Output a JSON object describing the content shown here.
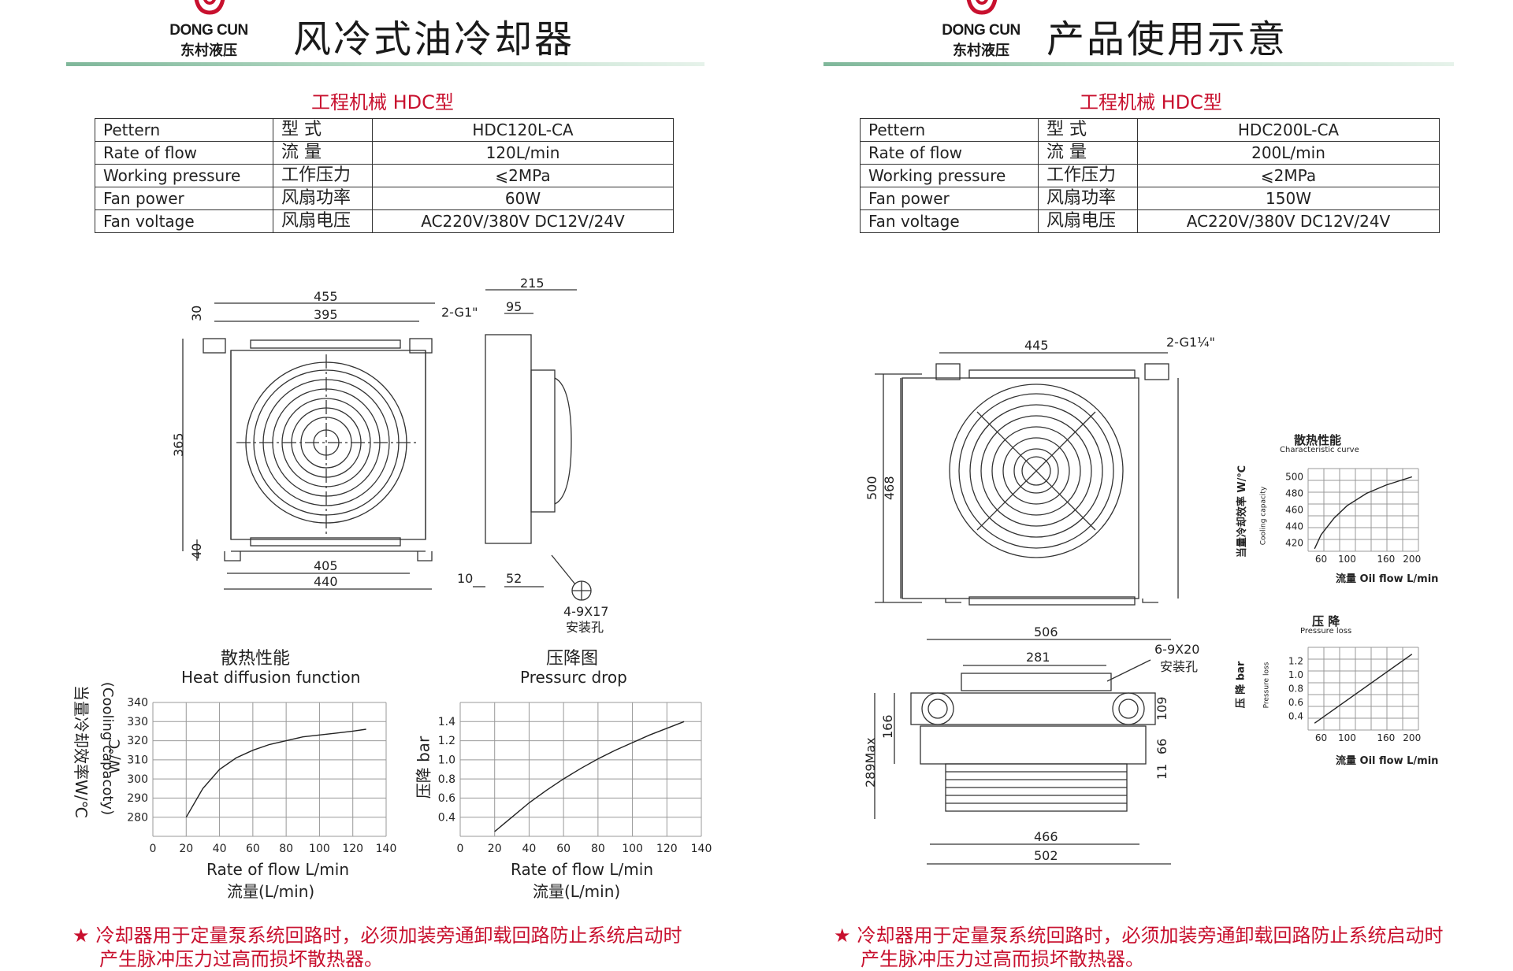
{
  "left": {
    "brand": "DONG CUN",
    "brand_cn": "东村液压",
    "title": "风冷式油冷却器",
    "section": "工程机械 HDC型",
    "specs": [
      {
        "en": "Pettern",
        "cn": "型    式",
        "val": "HDC120L-CA"
      },
      {
        "en": "Rate of flow",
        "cn": "流    量",
        "val": "120L/min"
      },
      {
        "en": "Working pressure",
        "cn": "工作压力",
        "val": "⩽2MPa"
      },
      {
        "en": "Fan power",
        "cn": "风扇功率",
        "val": "60W"
      },
      {
        "en": "Fan voltage",
        "cn": "风扇电压",
        "val": "AC220V/380V  DC12V/24V"
      }
    ],
    "dims": {
      "d455": "455",
      "d395": "395",
      "d30": "30",
      "d365": "365",
      "d40": "40",
      "d405": "405",
      "d440": "440",
      "port": "2-G1\"",
      "d215": "215",
      "d95": "95",
      "d10": "10",
      "d52": "52",
      "hole": "4-9X17",
      "hole_cn": "安装孔"
    },
    "note": "冷却器用于定量泵系统回路时，必须加装旁通卸载回路防止系统启动时",
    "note2": "产生脉冲压力过高而损坏散热器。"
  },
  "right": {
    "brand": "DONG CUN",
    "brand_cn": "东村液压",
    "title": "产品使用示意",
    "section": "工程机械 HDC型",
    "specs": [
      {
        "en": "Pettern",
        "cn": "型    式",
        "val": "HDC200L-CA"
      },
      {
        "en": "Rate of flow",
        "cn": "流    量",
        "val": "200L/min"
      },
      {
        "en": "Working pressure",
        "cn": "工作压力",
        "val": "⩽2MPa"
      },
      {
        "en": "Fan power",
        "cn": "风扇功率",
        "val": "150W"
      },
      {
        "en": "Fan voltage",
        "cn": "风扇电压",
        "val": "AC220V/380V  DC12V/24V"
      }
    ],
    "dims": {
      "d445": "445",
      "port": "2-G1¼\"",
      "d500": "500",
      "d468": "468",
      "d506": "506",
      "d281": "281",
      "hole": "6-9X20",
      "hole_cn": "安装孔",
      "d166": "166",
      "d289": "289Max",
      "d109": "109",
      "d66": "66",
      "d11": "11",
      "d466": "466",
      "d502": "502"
    },
    "note": "冷却器用于定量泵系统回路时，必须加装旁通卸载回路防止系统启动时",
    "note2": "产生脉冲压力过高而损坏散热器。"
  },
  "chart_data": [
    {
      "type": "line",
      "title": "散热性能",
      "subtitle": "Heat diffusion function",
      "xlabel": "Rate of flow L/min",
      "xlabel_cn": "流量(L/min)",
      "ylabel": "当量冷却效率W/℃",
      "ylabel_en": "(Cooling capacoty)",
      "yunit": "W/℃",
      "xlim": [
        0,
        140
      ],
      "ylim": [
        270,
        340
      ],
      "xticks": [
        "0",
        "20",
        "40",
        "60",
        "80",
        "100",
        "120",
        "140"
      ],
      "yticks": [
        "280",
        "290",
        "300",
        "310",
        "320",
        "330",
        "340"
      ],
      "x": [
        20,
        30,
        40,
        50,
        60,
        70,
        80,
        90,
        100,
        110,
        120,
        128
      ],
      "y": [
        280,
        295,
        305,
        311,
        315,
        318,
        320,
        322,
        323,
        324,
        325,
        326
      ],
      "grid": true
    },
    {
      "type": "line",
      "title": "压降图",
      "subtitle": "Pressurc drop",
      "xlabel": "Rate of flow L/min",
      "xlabel_cn": "流量(L/min)",
      "ylabel": "压降  bar",
      "xlim": [
        0,
        140
      ],
      "ylim": [
        0.2,
        1.6
      ],
      "xticks": [
        "0",
        "20",
        "40",
        "60",
        "80",
        "100",
        "120",
        "140"
      ],
      "yticks": [
        "0.4",
        "0.6",
        "0.8",
        "1.0",
        "1.2",
        "1.4"
      ],
      "x": [
        20,
        30,
        40,
        50,
        60,
        70,
        80,
        90,
        100,
        110,
        120,
        130
      ],
      "y": [
        0.25,
        0.4,
        0.55,
        0.68,
        0.8,
        0.91,
        1.01,
        1.1,
        1.18,
        1.26,
        1.33,
        1.4
      ],
      "grid": true
    },
    {
      "type": "line",
      "title": "散热性能",
      "subtitle": "Characteristic curve",
      "xlabel": "流量 Oil flow  L/min",
      "ylabel": "当量冷却效率 W/℃",
      "ylabel_en": "Cooling capacity",
      "xlim": [
        40,
        210
      ],
      "ylim": [
        410,
        510
      ],
      "xticks": [
        "60",
        "100",
        "160",
        "200"
      ],
      "yticks": [
        "420",
        "440",
        "460",
        "480",
        "500"
      ],
      "x": [
        50,
        60,
        80,
        100,
        130,
        160,
        200
      ],
      "y": [
        413,
        430,
        450,
        465,
        480,
        490,
        500
      ],
      "grid": true
    },
    {
      "type": "line",
      "title": "压 降",
      "subtitle": "Pressure loss",
      "xlabel": "流量 Oil flow  L/min",
      "ylabel": "压 降  bar",
      "ylabel_en": "Pressure loss",
      "xlim": [
        40,
        210
      ],
      "ylim": [
        0.2,
        1.4
      ],
      "xticks": [
        "60",
        "100",
        "160",
        "200"
      ],
      "yticks": [
        "0.4",
        "0.6",
        "0.8",
        "1.0",
        "1.2"
      ],
      "x": [
        50,
        200
      ],
      "y": [
        0.3,
        1.3
      ],
      "grid": true
    }
  ]
}
